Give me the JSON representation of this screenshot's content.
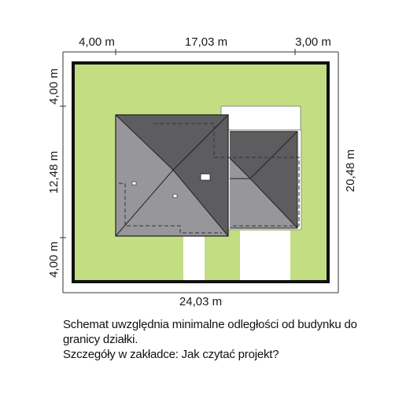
{
  "dimensions": {
    "top": [
      "4,00 m",
      "17,03 m",
      "3,00 m"
    ],
    "left": [
      "4,00 m",
      "12,48 m",
      "4,00 m"
    ],
    "right": "20,48 m",
    "bottom": "24,03 m"
  },
  "note": {
    "line1": "Schemat uwzględnia minimalne odległości od budynku do",
    "line2": "granicy działki.",
    "line3": "Szczegóły w zakładce: Jak czytać projekt?"
  },
  "colors": {
    "lawn": "#c3dd83",
    "border": "#111111",
    "roof_dark": "#5d5d60",
    "roof_light": "#97979b",
    "paving": "#ffffff"
  }
}
